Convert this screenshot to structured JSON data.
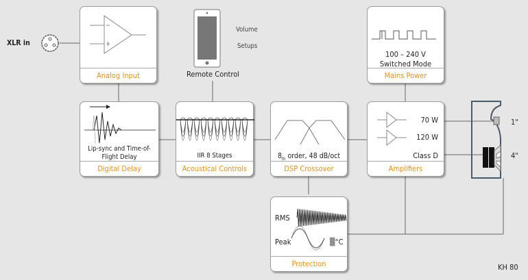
{
  "input": {
    "label": "XLR in"
  },
  "remote": {
    "title": "Remote Control",
    "items": [
      "Volume",
      "Setups"
    ]
  },
  "blocks": {
    "analog_input": {
      "caption": "Analog Input"
    },
    "digital_delay": {
      "caption": "Digital Delay",
      "desc_line1": "Lip-sync and Time-of-",
      "desc_line2": "Flight Delay"
    },
    "acoustical_controls": {
      "caption": "Acoustical Controls",
      "desc": "IIR 8 Stages"
    },
    "dsp_crossover": {
      "caption": "DSP Crossover",
      "desc_num": "8",
      "desc_sup": "th",
      "desc_rest": " order, 48 dB/oct"
    },
    "amplifiers": {
      "caption": "Amplifiers",
      "power1": "70 W",
      "power2": "120 W",
      "class": "Class D"
    },
    "mains_power": {
      "caption": "Mains Power",
      "line1": "100 – 240 V",
      "line2": "Switched Mode"
    },
    "protection": {
      "caption": "Protection",
      "rms": "RMS",
      "peak": "Peak",
      "temp": "°C"
    }
  },
  "drivers": {
    "tweeter": "1\"",
    "woofer": "4\""
  },
  "model": "KH 80",
  "colors": {
    "accent": "#e8901c",
    "background": "#e6e6e6",
    "line": "#555555"
  }
}
